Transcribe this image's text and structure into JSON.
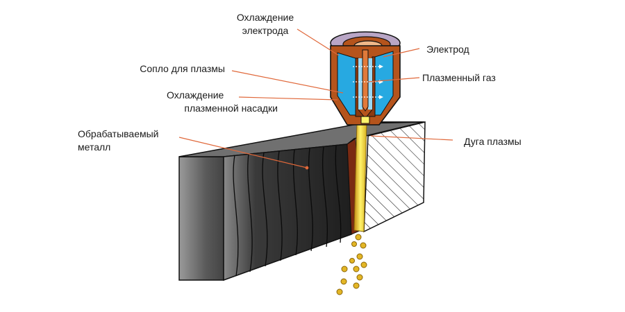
{
  "labels": {
    "electrode_cooling": [
      "Охлаждение",
      "электрода"
    ],
    "electrode": "Электрод",
    "plasma_nozzle": "Сопло для плазмы",
    "plasma_gas": "Плазменный газ",
    "nozzle_cooling": [
      "Охлаждение",
      "плазменной насадки"
    ],
    "workpiece": [
      "Обрабатываемый",
      "металл"
    ],
    "plasma_arc": "Дуга плазмы"
  },
  "colors": {
    "leader_line": "#e0683a",
    "copper": "#b5541c",
    "coolant": "#27a9e1",
    "gas": "#9ad9f5",
    "arc": "#f4e04d",
    "spark": "#d9a81e",
    "metal_front": "#4a4a4a",
    "metal_top": "#6b6b6b"
  }
}
